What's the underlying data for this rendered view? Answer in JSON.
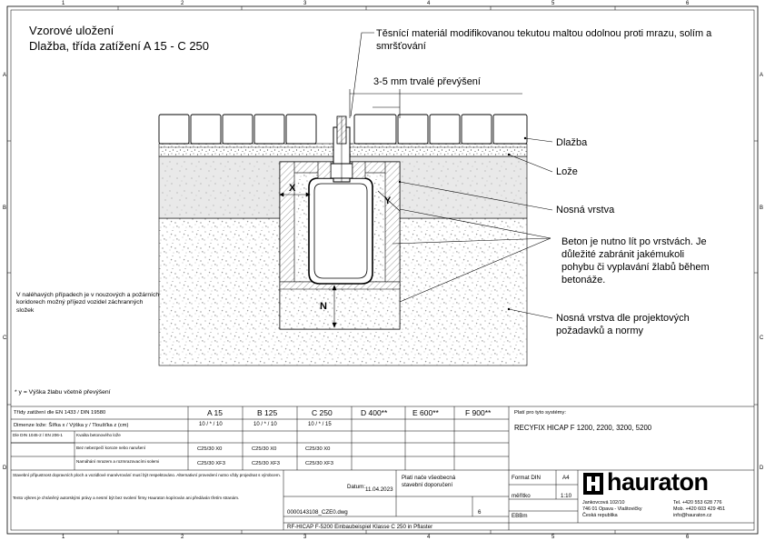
{
  "title": {
    "line1": "Vzorové uložení",
    "line2": "Dlažba, třída zatížení A 15 - C 250"
  },
  "frame": {
    "cols": [
      "1",
      "2",
      "3",
      "4",
      "5",
      "6"
    ],
    "rows": [
      "A",
      "B",
      "C",
      "D"
    ]
  },
  "callouts": {
    "sealing": "Těsnící materiál modifikovanou tekutou maltou odolnou proti mrazu, solím a smršťování",
    "overheight": "3-5 mm trvalé převýšení",
    "paving": "Dlažba",
    "bedding": "Lože",
    "base_layer": "Nosná vrstva",
    "concrete_note": "Beton je nutno lít po vrstvách. Je důležité zabránit jakémukoli pohybu či vyplavání žlabů během betonáže.",
    "base_layer_project": "Nosná vrstva dle projektových požadavků a normy",
    "vehicle_note": "V naléhavých případech je v nouzových a požárních koridorech možný příjezd vozidel záchranných složek",
    "footnote": "* y = Výška žlabu včetně převýšení"
  },
  "dimensions": {
    "x": "X",
    "y": "Y",
    "n": "N"
  },
  "table": {
    "header_label": "Třídy zatížení dle EN 1433 / DIN 19580",
    "classes": [
      "A 15",
      "B 125",
      "C 250",
      "D 400**",
      "E 600**",
      "F 900**"
    ],
    "row_dims_label": "Dimenze lože: Šířka x / Výška y / Tloušťka z (cm)",
    "row_dims": [
      "10 / * / 10",
      "10 / * / 10",
      "10 / * / 15",
      "",
      "",
      ""
    ],
    "row_standard_label": "Dle DIN 1045-2 / EN 206-1",
    "row_cover_label": "Kvalita betonového lože",
    "row_x0_label": "Bez nebezpečí koroze nebo narušení",
    "row_x0": [
      "C25/30 X0",
      "C25/30 X0",
      "C25/30 X0"
    ],
    "row_xf3_label": "Namáhání mrazem a rozmrazovacími solemi",
    "row_xf3": [
      "C25/30 XF3",
      "C25/30 XF3",
      "C25/30 XF3"
    ],
    "valid_for_label": "Platí pro tyto systémy:",
    "systems": "RECYFIX HICAP F 1200, 2200, 3200, 5200"
  },
  "titleblock": {
    "note1": "Stavební přípustnost dopravních ploch a vozidlové manévrování musí být respektováno. Alternativní provedení nutno vždy projednat s výrobcem.",
    "note2": "Tento výkres je chráněný autorskými právy a nesmí být bez svolení firmy Hauraton kopírován ani předáván třetím stranám.",
    "valid_note": "Platí nače všeobecná stavební doporučení",
    "datum_label": "Datum:",
    "datum": "11.04.2023",
    "drawing_no": "0000143108_CZE0.dwg",
    "sheet": "6",
    "format_label": "Format DIN",
    "format": "A4",
    "scale_label": "měřítko",
    "scale": "1:10",
    "unit": "EBBm",
    "file": "RF-HICAP F-5200 Einbaubeispiel Klasse C 250 in Pflaster",
    "company": "hauraton",
    "addr1": "Jankovcová 102/10",
    "addr2": "746 01 Opava - Vlaštovičky",
    "addr3": "Česká republika",
    "tel": "Tel. +420 553 628 776",
    "fax": "Mob. +420 603 429 451",
    "mail": "info@hauraton.cz"
  },
  "colors": {
    "line": "#000000",
    "hatch": "#555555",
    "speckle": "#6b6b6b"
  }
}
